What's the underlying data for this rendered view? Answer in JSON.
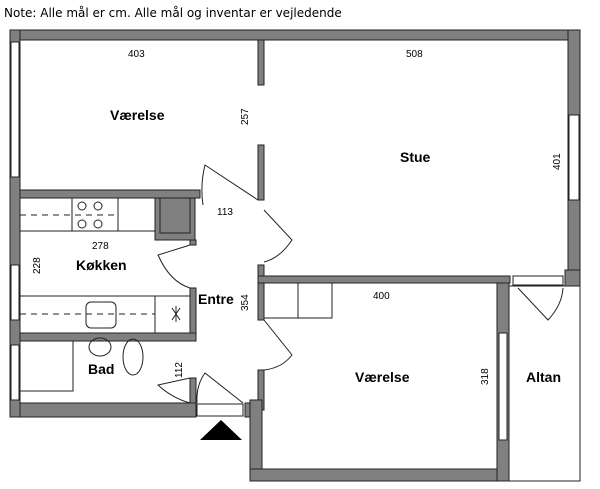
{
  "note": "Note: Alle mål er cm. Alle mål og inventar er vejledende",
  "rooms": {
    "bedroom1": {
      "label": "Værelse",
      "width_dim": "403",
      "height_dim": "257"
    },
    "living": {
      "label": "Stue",
      "width_dim": "508",
      "height_dim": "401"
    },
    "kitchen": {
      "label": "Køkken",
      "width_dim": "278",
      "height_dim": "228"
    },
    "hall": {
      "label": "Entre",
      "width_dim": "113",
      "height_dim": "354"
    },
    "bath": {
      "label": "Bad",
      "height_dim": "112"
    },
    "bedroom2": {
      "label": "Værelse",
      "width_dim": "400",
      "height_dim": "318"
    },
    "balcony": {
      "label": "Altan"
    }
  },
  "colors": {
    "wall": "#808080",
    "line": "#222222"
  }
}
